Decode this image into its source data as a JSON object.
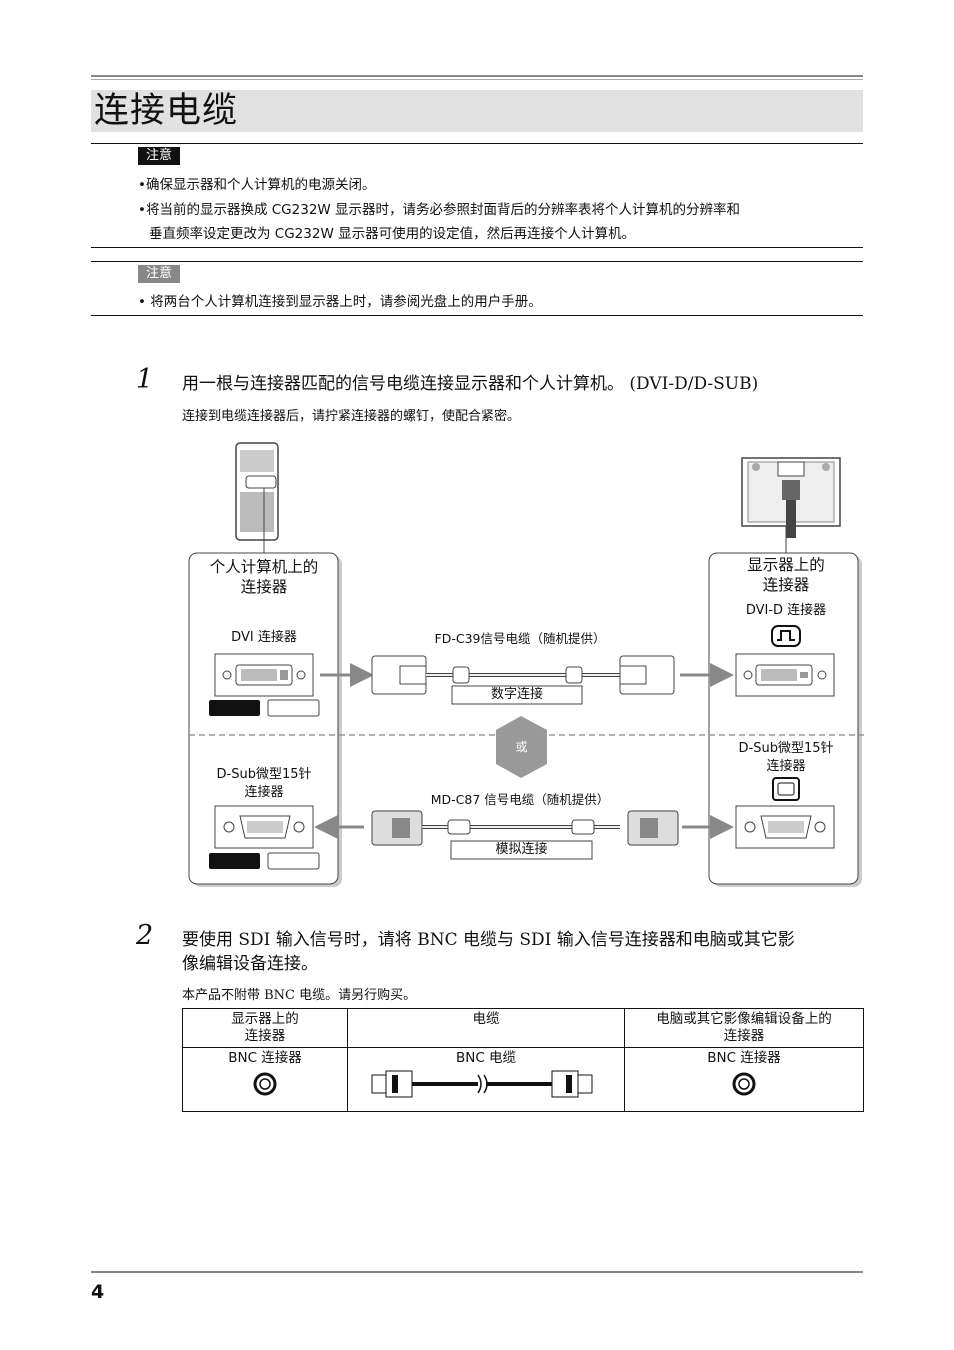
{
  "header": {
    "title": "连接电缆"
  },
  "caution": {
    "badge": "注意",
    "items": [
      "•确保显示器和个人计算机的电源关闭。",
      "•将当前的显示器换成 CG232W 显示器时，请务必参照封面背后的分辨率表将个人计算机的分辨率和",
      "垂直频率设定更改为 CG232W 显示器可使用的设定值，然后再连接个人计算机。"
    ]
  },
  "note": {
    "badge": "注意",
    "items": [
      "• 将两台个人计算机连接到显示器上时，请参阅光盘上的用户手册。"
    ]
  },
  "step1": {
    "number": "1",
    "text": "用一根与连接器匹配的信号电缆连接显示器和个人计算机。 (DVI-D/D-SUB)",
    "sub": "连接到电缆连接器后，请拧紧连接器的螺钉，使配合紧密。"
  },
  "diagram": {
    "pc_box_title_1": "个人计算机上的",
    "pc_box_title_2": "连接器",
    "monitor_box_title_1": "显示器上的",
    "monitor_box_title_2": "连接器",
    "pc_dvi": "DVI 连接器",
    "pc_dsub_1": "D-Sub微型15针",
    "pc_dsub_2": "连接器",
    "mon_dvi": "DVI-D 连接器",
    "mon_dsub_1": "D-Sub微型15针",
    "mon_dsub_2": "连接器",
    "cable_dvi": "FD-C39信号电缆（随机提供）",
    "cable_dvi_type": "数字连接",
    "cable_dsub": "MD-C87 信号电缆（随机提供）",
    "cable_dsub_type": "模拟连接",
    "or": "或"
  },
  "step2": {
    "number": "2",
    "text_1": "要使用 SDI 输入信号时，请将 BNC 电缆与 SDI 输入信号连接器和电脑或其它影",
    "text_2": "像编辑设备连接。",
    "sub": "本产品不附带 BNC 电缆。请另行购买。"
  },
  "table": {
    "headers": [
      {
        "line1": "显示器上的",
        "line2": "连接器"
      },
      {
        "line1": "电缆",
        "line2": ""
      },
      {
        "line1": "电脑或其它影像编辑设备上的",
        "line2": "连接器"
      }
    ],
    "row": [
      "BNC 连接器",
      "BNC 电缆",
      "BNC 连接器"
    ]
  },
  "footer": {
    "page_number": "4"
  }
}
